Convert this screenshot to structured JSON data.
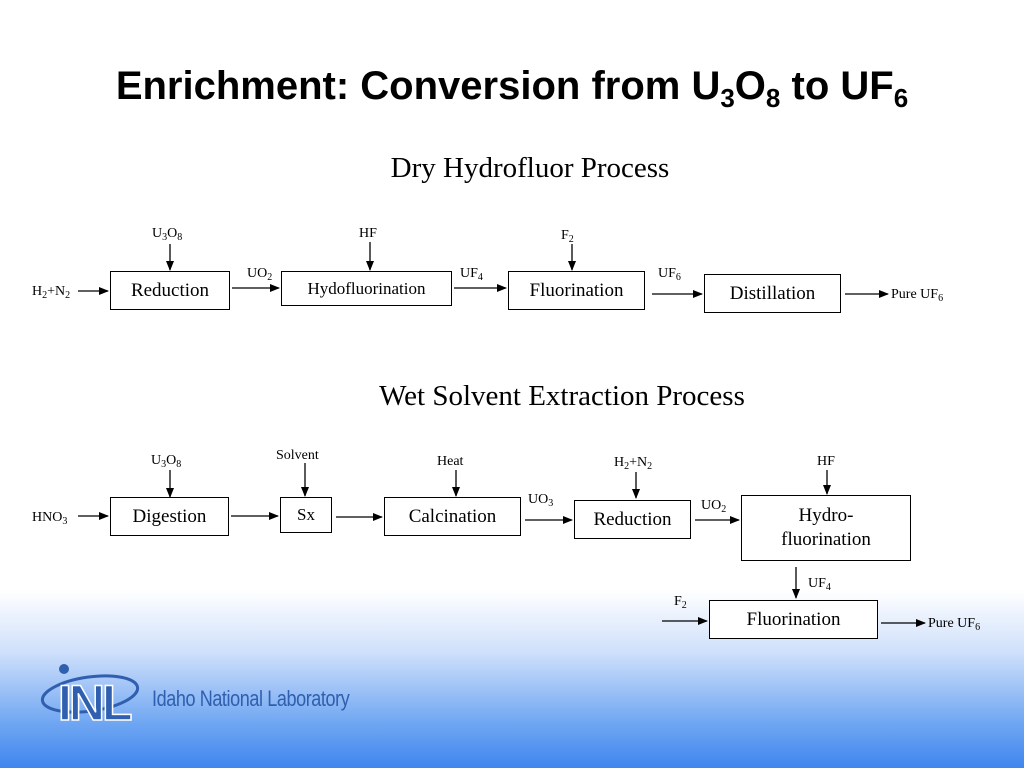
{
  "title": {
    "main": "Enrichment: Conversion from U",
    "sub1": "3",
    "mid": "O",
    "sub2": "8",
    "mid2": " to UF",
    "sub3": "6"
  },
  "dry": {
    "heading": "Dry Hydrofluor Process",
    "boxes": {
      "reduction": "Reduction",
      "hydrofluorination": "Hydofluorination",
      "fluorination": "Fluorination",
      "distillation": "Distillation"
    },
    "labels": {
      "u3o8": [
        "U",
        "3",
        "O",
        "8"
      ],
      "hf": "HF",
      "f2": [
        "F",
        "2"
      ],
      "h2n2": [
        "H",
        "2",
        "+N",
        "2"
      ],
      "uo2": [
        "UO",
        "2"
      ],
      "uf4": [
        "UF",
        "4"
      ],
      "uf6": [
        "UF",
        "6"
      ],
      "pure": [
        "Pure UF",
        "6"
      ]
    }
  },
  "wet": {
    "heading": "Wet Solvent Extraction Process",
    "boxes": {
      "digestion": "Digestion",
      "sx": "Sx",
      "calcination": "Calcination",
      "reduction": "Reduction",
      "hydrofluorination": "Hydro-\nfluorination",
      "fluorination": "Fluorination"
    },
    "labels": {
      "u3o8": [
        "U",
        "3",
        "O",
        "8"
      ],
      "solvent": "Solvent",
      "heat": "Heat",
      "h2n2": [
        "H",
        "2",
        "+N",
        "2"
      ],
      "hf": "HF",
      "hno3": [
        "HNO",
        "3"
      ],
      "uo3": [
        "UO",
        "3"
      ],
      "uo2": [
        "UO",
        "2"
      ],
      "uf4": [
        "UF",
        "4"
      ],
      "f2": [
        "F",
        "2"
      ],
      "pure": [
        "Pure UF",
        "6"
      ]
    }
  },
  "logo": {
    "mark": "INL",
    "name": "Idaho National Laboratory",
    "color": "#2f5fae"
  }
}
